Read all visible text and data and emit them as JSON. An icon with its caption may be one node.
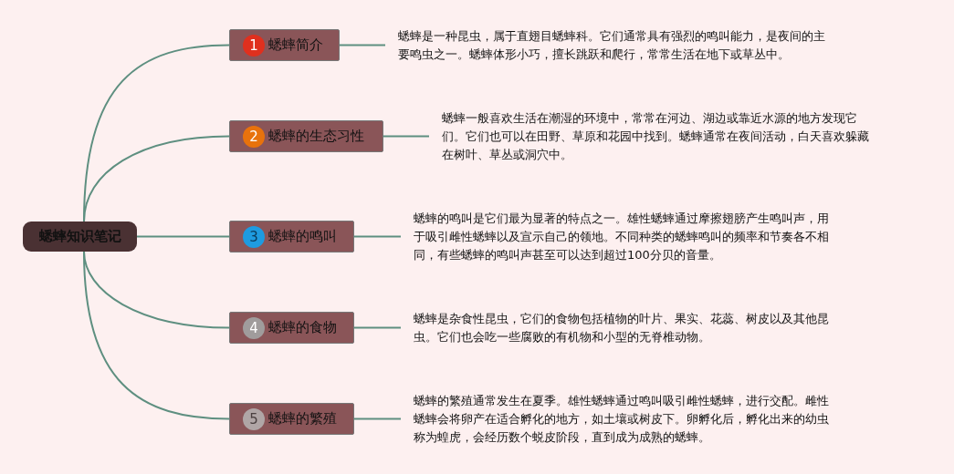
{
  "diagram": {
    "nodes": [
      {
        "text": [
          "蟋蟀知识笔记"
        ]
      },
      {
        "text": [
          "1",
          "蟋蟀简介"
        ]
      },
      {
        "text": [
          "2",
          "蟋蟀的生态习性"
        ]
      },
      {
        "text": [
          "3",
          "蟋蟀的鸣叫"
        ]
      },
      {
        "text": [
          "4",
          "蟋蟀的食物"
        ]
      },
      {
        "text": [
          "5",
          "蟋蟀的繁殖"
        ]
      },
      {
        "text": [
          "蟋蟀是一种昆虫，属于直翅目蟋蟀科。它们通常具有强烈的鸣叫能力，是夜间的主要鸣虫之一。蟋蟀体形小巧，擅长跳跃和爬行，常常生活在地下或草丛中。"
        ]
      },
      {
        "text": [
          "蟋蟀一般喜欢生活在潮湿的环境中，常常在河边、湖边或靠近水源的地方发现它们。它们也可以在田野、草原和花园中找到。蟋蟀通常在夜间活动，白天喜欢躲藏在树叶、草丛或洞穴中。"
        ]
      },
      {
        "text": [
          "蟋蟀的鸣叫是它们最为显著的特点之一。雄性蟋蟀通过摩擦翅膀产生鸣叫声，用于吸引雌性蟋蟀以及宣示自己的领地。不同种类的蟋蟀鸣叫的频率和节奏各不相同，有些蟋蟀的鸣叫声甚至可以达到超过100分贝的音量。"
        ]
      },
      {
        "text": [
          "蟋蟀是杂食性昆虫，它们的食物包括植物的叶片、果实、花蕊、树皮以及其他昆虫。它们也会吃一些腐败的有机物和小型的无脊椎动物。"
        ]
      },
      {
        "text": [
          "蟋蟀的繁殖通常发生在夏季。雄性蟋蟀通过鸣叫吸引雌性蟋蟀，进行交配。雌性蟋蟀会将卵产在适合孵化的地方，如土壤或树皮下。卵孵化后，孵化出来的幼虫称为蝗虎，会经历数个蜕皮阶段，直到成为成熟的蟋蟀。"
        ]
      }
    ],
    "edges": [
      {
        "from": 0,
        "to": 1,
        "arrow": "none"
      },
      {
        "from": 0,
        "to": 2,
        "arrow": "none"
      },
      {
        "from": 0,
        "to": 3,
        "arrow": "none"
      },
      {
        "from": 0,
        "to": 4,
        "arrow": "none"
      },
      {
        "from": 0,
        "to": 5,
        "arrow": "none"
      },
      {
        "from": 1,
        "to": 6,
        "arrow": "none"
      },
      {
        "from": 2,
        "to": 7,
        "arrow": "none"
      },
      {
        "from": 3,
        "to": 8,
        "arrow": "none"
      },
      {
        "from": 4,
        "to": 9,
        "arrow": "none"
      },
      {
        "from": 5,
        "to": 10,
        "arrow": "none"
      }
    ]
  }
}
